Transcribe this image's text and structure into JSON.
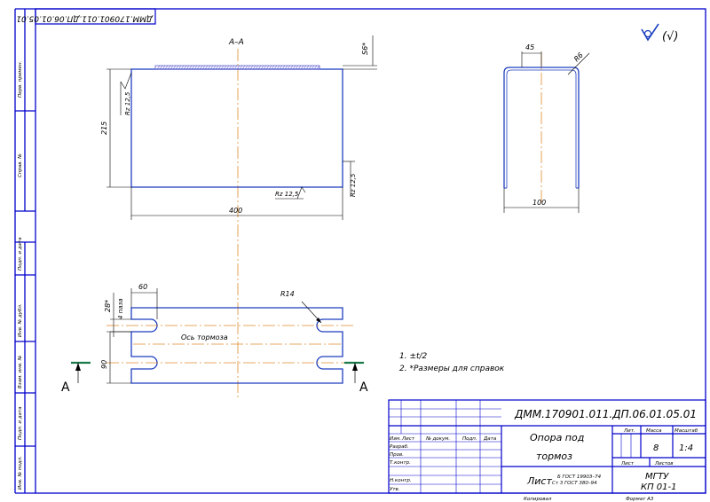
{
  "colors": {
    "frame": "#0000cc",
    "part": "#1f3fbf",
    "axis": "#e08a2c",
    "hatch": "#5a5ad0",
    "dim": "#000000",
    "accent_blue": "#1a3fbf"
  },
  "sheet": {
    "stamp_rotated": "ДММ.170901.011.ДП.06.01.05.01",
    "side_labels": [
      "Перв. примен.",
      "Справ. №",
      "Подп. и дата",
      "Инв. № дубл.",
      "Взам. инв. №",
      "Подп. и дата",
      "Инв. № подл."
    ],
    "roughness_value": "(√)",
    "bottom_left_text": "Копировал",
    "bottom_right_text": "Формат   А3"
  },
  "section_view": {
    "label": "А–А",
    "dim_top": "S6*",
    "dim_height": "215",
    "dim_width": "400",
    "rough_left": "Rz 12,5",
    "rough_right": "Rz 12,5",
    "rough_bottom": "Rz 12,5"
  },
  "side_view": {
    "dim_flange": "45",
    "dim_radius": "R6",
    "dim_width": "100"
  },
  "plan_view": {
    "axis_label": "Ось тормоза",
    "dim_slot": "60",
    "dim_angle": "28*",
    "dim_hole": "4 паза",
    "dim_spacing": "90",
    "dim_radius": "R14",
    "cut_left": "А",
    "cut_right": "А"
  },
  "notes": [
    "1. ±t/2",
    "2. *Размеры для справок"
  ],
  "title_block": {
    "doc_number": "ДММ.170901.011.ДП.06.01.05.01",
    "part_name": "Опора под тормоз",
    "material_short": "Лист",
    "material_standards": [
      "Б ГОСТ 19903–74",
      "Ст 3 ГОСТ 380–94"
    ],
    "organization": "МГТУ",
    "group": "КП 01-1",
    "header_lit": "Лит.",
    "header_mass": "Масса",
    "header_scale": "Масштаб",
    "mass_value": "8",
    "scale_value": "1:4",
    "header_sheet": "Лист",
    "header_sheets": "Листов",
    "rev_columns": [
      "Изм.",
      "Лист",
      "№ докум.",
      "Подп.",
      "Дата"
    ],
    "roles": [
      "Разраб.",
      "Пров.",
      "Т.контр.",
      "",
      "Н.контр.",
      "Утв."
    ]
  }
}
